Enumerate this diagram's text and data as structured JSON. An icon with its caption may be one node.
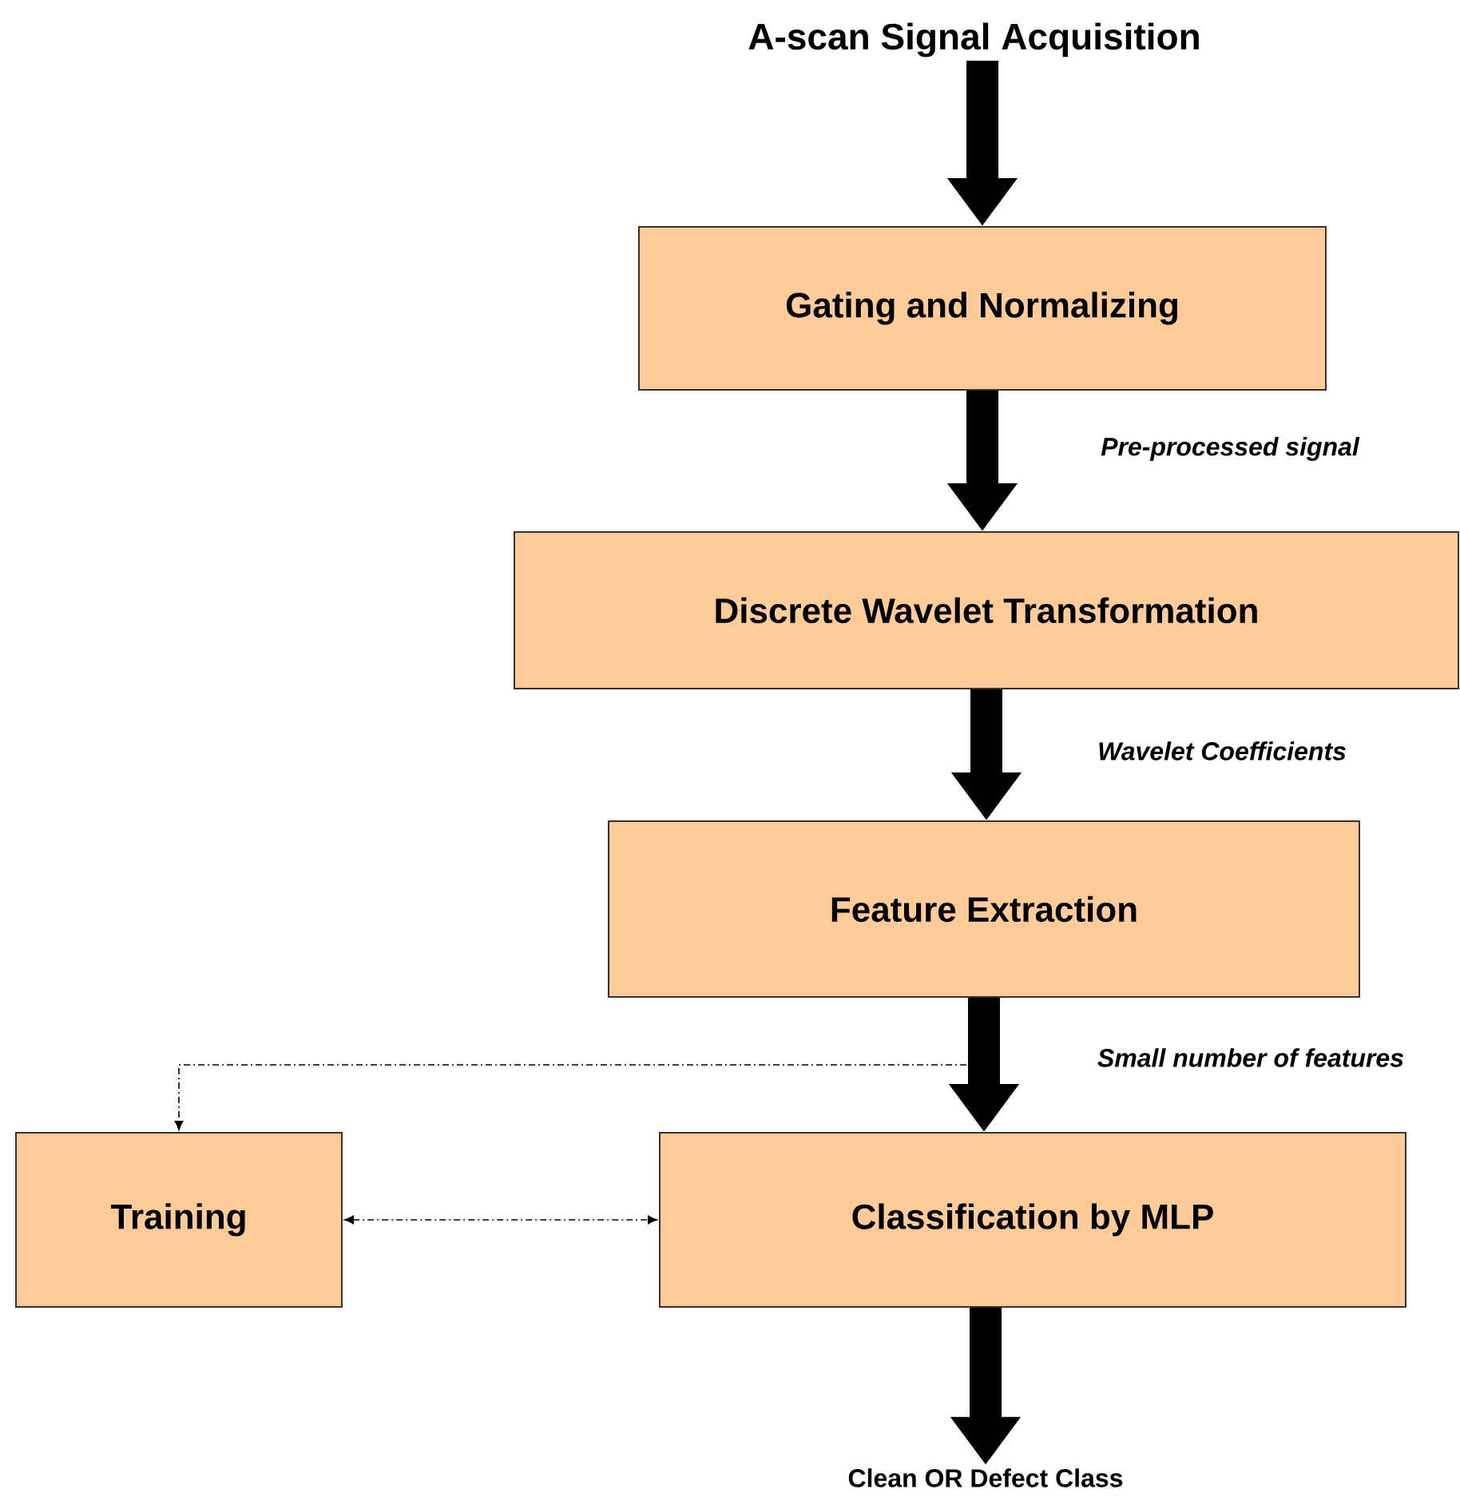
{
  "diagram": {
    "nodes": [
      {
        "text": [
          "A-scan Signal Acquisition"
        ]
      },
      {
        "text": [
          "Gating and Normalizing"
        ]
      },
      {
        "text": [
          "Discrete Wavelet Transformation"
        ]
      },
      {
        "text": [
          "Feature Extraction"
        ]
      },
      {
        "text": [
          "Training"
        ]
      },
      {
        "text": [
          "Classification by MLP"
        ]
      },
      {
        "text": [
          "Clean OR Defect Class"
        ]
      }
    ],
    "edges": [
      {
        "from": 0,
        "to": 1,
        "arrow": "to"
      },
      {
        "from": 1,
        "to": 2,
        "arrow": "to",
        "label": "Pre-processed signal"
      },
      {
        "from": 2,
        "to": 3,
        "arrow": "to",
        "label": "Wavelet Coefficients"
      },
      {
        "from": 3,
        "to": 5,
        "arrow": "to",
        "label": "Small number of features"
      },
      {
        "from": 3,
        "to": 4,
        "arrow": "to",
        "style": "dashed"
      },
      {
        "from": 4,
        "to": 5,
        "arrow": "both",
        "style": "dashed"
      },
      {
        "from": 5,
        "to": 6,
        "arrow": "to"
      }
    ]
  }
}
